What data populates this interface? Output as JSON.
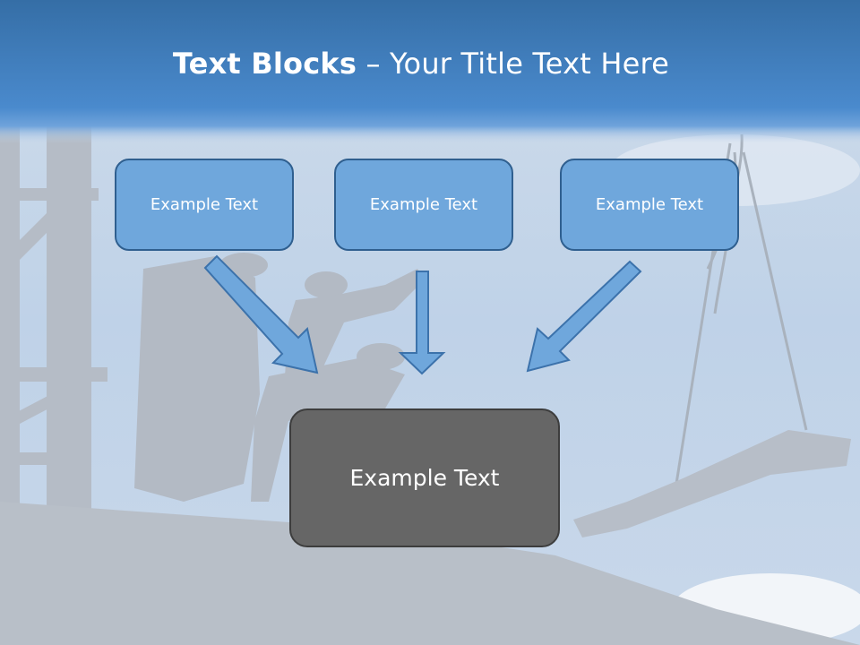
{
  "slide": {
    "title_bold": "Text Blocks",
    "title_rest": " – Your Title Text Here",
    "blocks": [
      {
        "text": "Example Text"
      },
      {
        "text": "Example Text"
      },
      {
        "text": "Example Text"
      }
    ],
    "main_block": {
      "text": "Example Text"
    }
  },
  "colors": {
    "title_band": "#3f7fbe",
    "block_fill": "#6fa7dc",
    "block_border": "#2f5f8f",
    "main_block_fill": "#666666",
    "arrow_fill": "#6fa7dc"
  },
  "icons": {
    "background": "construction-workers-silhouette-image",
    "connectors": "down-arrow-icon"
  }
}
